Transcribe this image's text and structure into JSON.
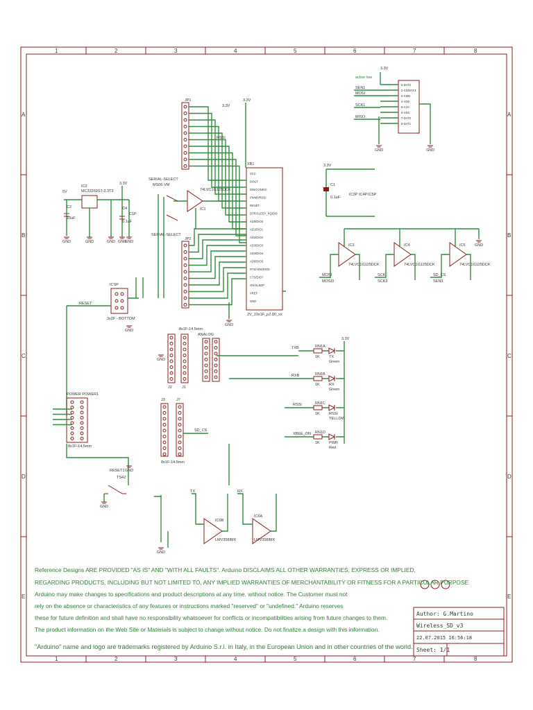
{
  "grid": {
    "columns": [
      "1",
      "2",
      "3",
      "4",
      "5",
      "6",
      "7",
      "8"
    ],
    "rows": [
      "A",
      "B",
      "C",
      "D",
      "E"
    ]
  },
  "components": {
    "jp1": "JP1",
    "jp2": "JP2",
    "xb1": "XB1",
    "xb1_value": "2V_10x1F_p2.00_xx",
    "xb1_pins": [
      "VCC",
      "DOUT",
      "DIN/CONFIG",
      "PWM0/RSSI",
      "RESET",
      "DTR/SLEEP_RQ/DI8",
      "AD0/DIO0",
      "AD1/DIO1",
      "AD2/DIO2",
      "AD3/DIO3",
      "AD4/DIO4",
      "AD5/DIO5",
      "RTS/AD6/DIO6",
      "CTS/DIO7",
      "ON/SLEEP",
      "VREF",
      "GND"
    ],
    "ic1": "IC1",
    "ic1_value": "74LVC1G125DCK",
    "ic2": "IC2",
    "ic2_value": "MC33269ST-3.3T3",
    "c2": "C2",
    "c2_value": "10uF",
    "c4": "C4",
    "c4_value": "0.1uF",
    "c1p": "C1P",
    "c1": "C1",
    "c1_value": "0.1uF",
    "ic3p": "IC3P",
    "ic4p": "IC4P",
    "ic5p": "IC5P",
    "ic3": "IC3",
    "ic4": "IC4",
    "ic5": "IC5",
    "ic3_value": "74LVC1G125DCK",
    "ic4_value": "74LVC1G125DCK",
    "ic5_value": "74LVC1G125DCK",
    "serial_select": "SERIAL-SELECT",
    "serial_select_value": "MS06-VM",
    "serial_select2": "SERIAL-SELECT",
    "icsp": "ICSP",
    "icsp_value": "3x2F - BOTTOM",
    "reset_net": "RESET",
    "j1": "J1",
    "j2": "J2",
    "j3": "J3",
    "j7": "J7",
    "j_value": "8x1F-14.5mm",
    "analog": "ANALOG",
    "power": "POWER POWER1",
    "power_value": "8x1F-14.5mm",
    "sd": "SD_CS",
    "reset1": "RESET1",
    "reset1_value": "TS42",
    "ic6b": "IC6B",
    "ic6a": "IC6A",
    "ic6_value": "LMV358IMX",
    "sd_card": "active low",
    "sd_pins": [
      "1-DAT2",
      "2-CD/DAT3",
      "3-CMD",
      "4-VDD",
      "5-CLK",
      "6-VSS",
      "7-DAT0",
      "8-DAT1"
    ],
    "sd_nets": [
      "SEN1",
      "MOSI",
      "SCK1",
      "MISO"
    ],
    "leds": [
      {
        "net": "TXB",
        "res": "RN1A",
        "val": "1K",
        "led": "TX",
        "color": "Green"
      },
      {
        "net": "RXB",
        "res": "RN1B",
        "val": "1K",
        "led": "RX",
        "color": "Green"
      },
      {
        "net": "RSSI",
        "res": "RN1C",
        "val": "1K",
        "led": "RSSI",
        "color": "YELLOW"
      },
      {
        "net": "XBEE_ON",
        "res": "RN1D",
        "val": "1K",
        "led": "PWR",
        "color": "Red"
      }
    ],
    "buf_nets": [
      "MOSI",
      "MOSI3",
      "SCK",
      "SCK3",
      "SD_CS",
      "SEN3"
    ],
    "tx": "TX",
    "rx": "RX",
    "v33": "3.3V",
    "v5": "5V",
    "gnd": "GND"
  },
  "notes": {
    "line1": "Reference Designs ARE PROVIDED \"AS IS\" AND \"WITH ALL FAULTS\". Arduino DISCLAIMS ALL OTHER WARRANTIES, EXPRESS OR IMPLIED,",
    "line2": "REGARDING PRODUCTS, INCLUDING BUT NOT LIMITED TO, ANY IMPLIED WARRANTIES OF MERCHANTABILITY OR FITNESS FOR A PARTICULAR PURPOSE",
    "line3": "Arduino may make changes to specifications and product descriptions at any time, without notice. The Customer must not",
    "line4": "rely on the absence or characteristics of any features or instructions marked \"reserved\" or \"undefined.\" Arduino reserves",
    "line5": "these for future definition and shall have no responsibility whatsoever for conflicts or incompatibilities arising from future changes to them.",
    "line6": "The product information on the Web Site or Materials is subject to change without notice. Do not finalize a design with this information.",
    "line7": "\"Arduino\" name and logo are trademarks registered by Arduino S.r.l. in Italy, in the European Union and in other countries of the world."
  },
  "title_block": {
    "author": "Author: G.Martino",
    "file": "Wireless_SD_v3",
    "date": "22.07.2015 16:56:18",
    "sheet": "Sheet: 1/1"
  },
  "colors": {
    "frame": "#8b1a1a",
    "wire": "#2e8b3a",
    "note_text": "#2e7d32"
  }
}
